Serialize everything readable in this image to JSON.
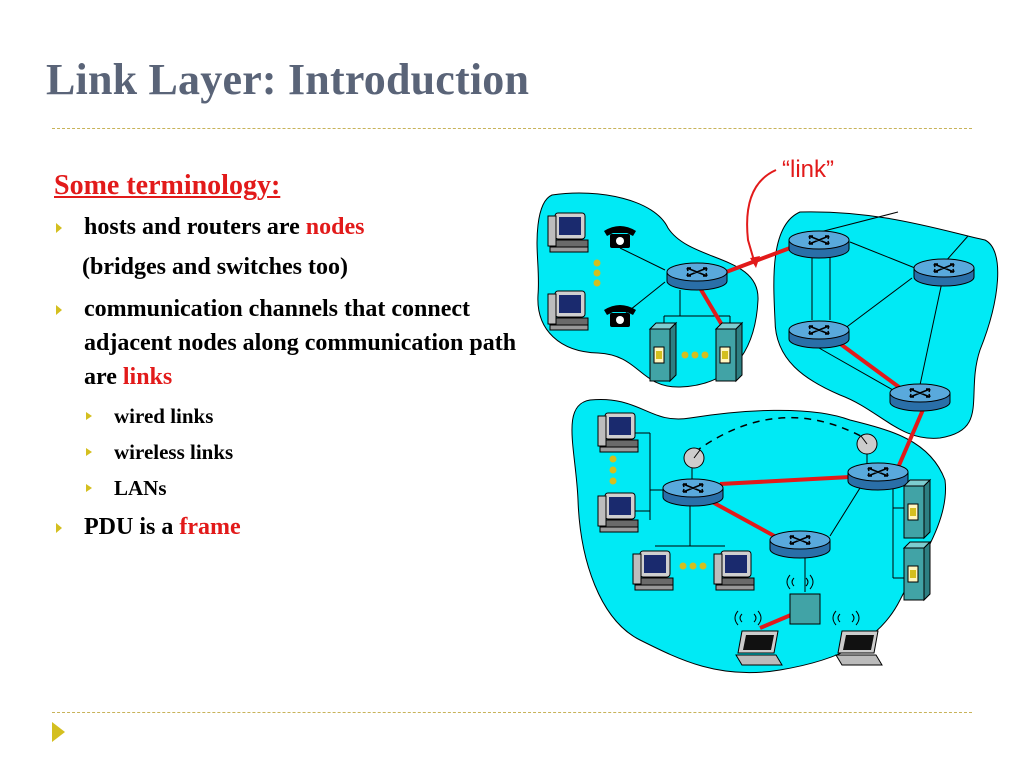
{
  "slide": {
    "title": "Link Layer: Introduction",
    "heading": "Some terminology:",
    "bullets": [
      {
        "text": "hosts and routers are ",
        "highlight": "nodes"
      },
      {
        "text": "communication channels that connect adjacent nodes along communication path are ",
        "highlight": "links"
      },
      {
        "text": "PDU is a ",
        "highlight": "frame"
      }
    ],
    "note": "(bridges and switches too)",
    "sub_bullets": [
      "wired links",
      "wireless links",
      "LANs"
    ]
  },
  "diagram": {
    "link_label": "“link”"
  },
  "colors": {
    "title": "#5a6478",
    "accent_red": "#e21a1a",
    "bullet_yellow": "#d4bf1f",
    "network_cloud": "#00eaf5",
    "router": "#3a8fc9"
  }
}
